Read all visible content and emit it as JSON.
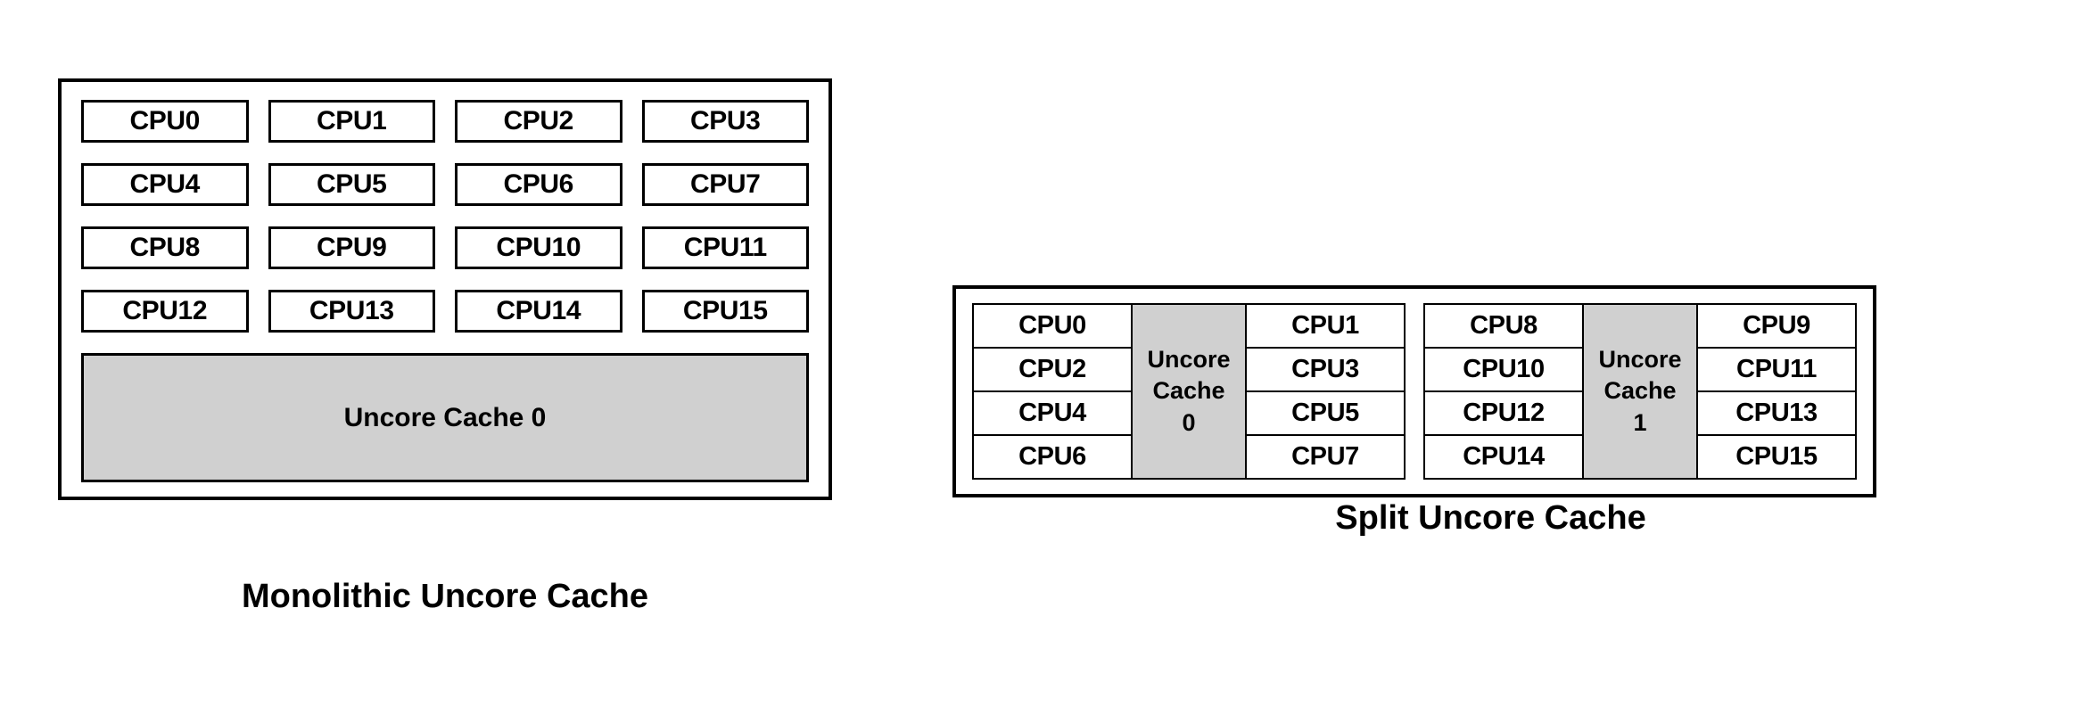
{
  "colors": {
    "cache_fill": "#d0d0d0",
    "border": "#000000",
    "cpu_fill": "#ffffff",
    "background": "#ffffff",
    "text": "#000000"
  },
  "monolithic": {
    "caption": "Monolithic Uncore Cache",
    "cpu_grid": {
      "rows": 4,
      "columns": 4,
      "labels": [
        "CPU0",
        "CPU1",
        "CPU2",
        "CPU3",
        "CPU4",
        "CPU5",
        "CPU6",
        "CPU7",
        "CPU8",
        "CPU9",
        "CPU10",
        "CPU11",
        "CPU12",
        "CPU13",
        "CPU14",
        "CPU15"
      ]
    },
    "cache": {
      "label": "Uncore Cache 0"
    }
  },
  "split": {
    "caption": "Split Uncore Cache",
    "clusters": [
      {
        "left_cpus": [
          "CPU0",
          "CPU2",
          "CPU4",
          "CPU6"
        ],
        "cache_lines": [
          "Uncore",
          "Cache",
          "0"
        ],
        "right_cpus": [
          "CPU1",
          "CPU3",
          "CPU5",
          "CPU7"
        ]
      },
      {
        "left_cpus": [
          "CPU8",
          "CPU10",
          "CPU12",
          "CPU14"
        ],
        "cache_lines": [
          "Uncore",
          "Cache",
          "1"
        ],
        "right_cpus": [
          "CPU9",
          "CPU11",
          "CPU13",
          "CPU15"
        ]
      }
    ]
  }
}
